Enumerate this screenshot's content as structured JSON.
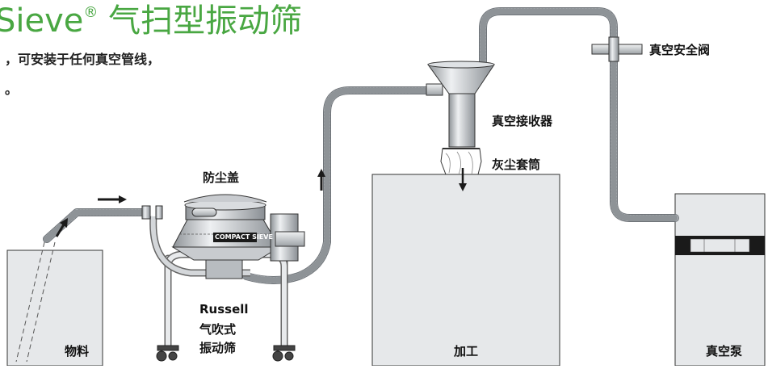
{
  "title": {
    "brand": "Sieve",
    "mark": "®",
    "rest": " 气扫型振动筛"
  },
  "intro_lines": [
    "，可安装于任何真空管线，",
    "。"
  ],
  "labels": {
    "material": "物料",
    "dust_cover": "防尘盖",
    "brand_name": "Russell",
    "sieve_type": "气吹式",
    "sieve_name": "振动筛",
    "receiver": "真空接收器",
    "dust_sleeve": "灰尘套筒",
    "process": "加工",
    "safety_valve": "真空安全阀",
    "pump": "真空泵"
  },
  "product_logo": "COMPACT SIEVE",
  "colors": {
    "title": "#49a742",
    "hose": "#c9cdd1",
    "metal": "#b8bcc0",
    "box_fill": "#e6e8ea",
    "outline": "#333333"
  }
}
